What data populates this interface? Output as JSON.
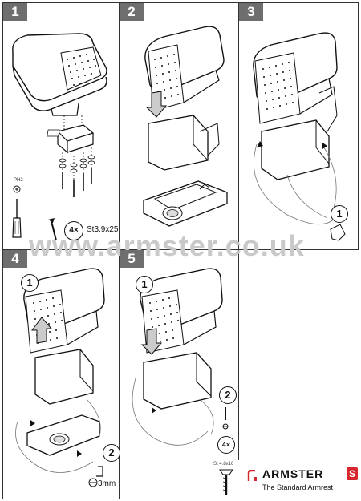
{
  "steps": [
    "1",
    "2",
    "3",
    "4",
    "5"
  ],
  "callouts": {
    "one": "1",
    "two": "2"
  },
  "step1": {
    "screw_count": "4×",
    "screw_spec": "St3.9x25",
    "screwdriver_label": "PH2"
  },
  "step4": {
    "drill_size": "3mm"
  },
  "step5": {
    "screw_count": "4×",
    "screw_spec": "St 4.8x16"
  },
  "watermark": "www.armster.co.uk",
  "brand": {
    "name": "ARMSTER",
    "badge": "S",
    "tagline": "The Standard Armrest",
    "accent_color": "#d7262d"
  }
}
